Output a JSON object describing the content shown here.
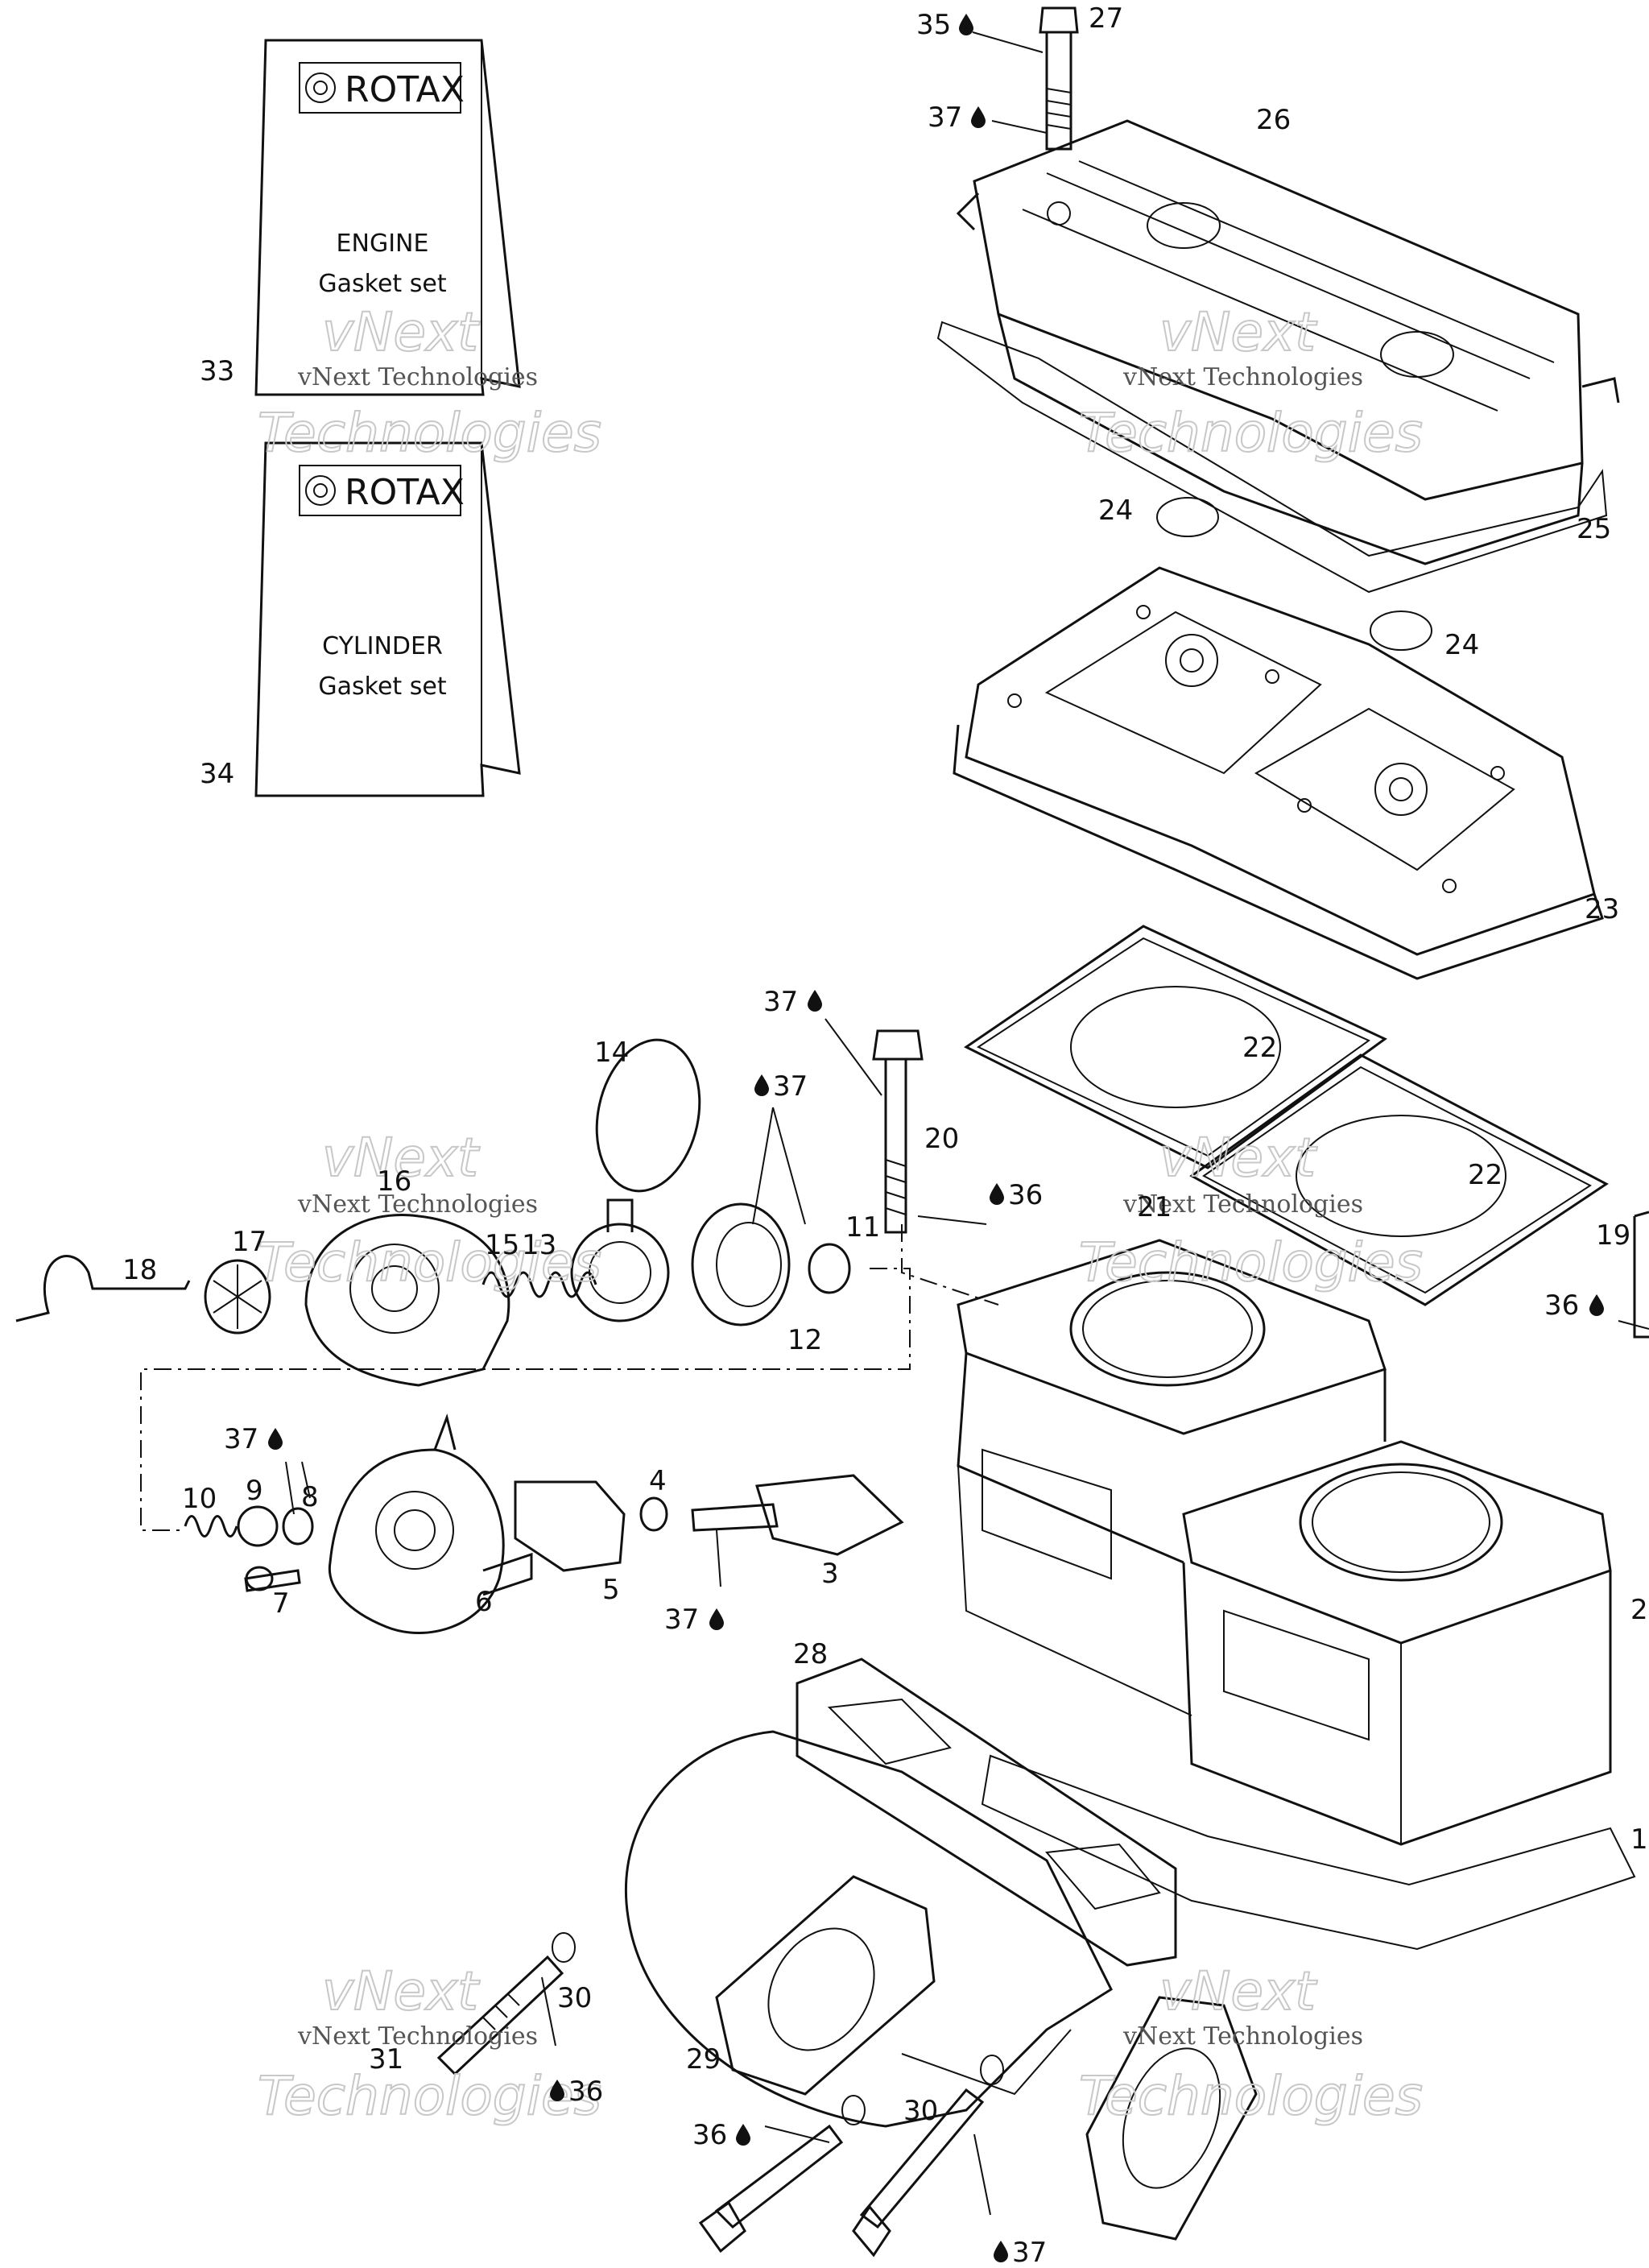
{
  "kits": [
    {
      "brand": "ROTAX",
      "line1": "ENGINE",
      "line2": "Gasket  set",
      "ref": "33"
    },
    {
      "brand": "ROTAX",
      "line1": "CYLINDER",
      "line2": "Gasket  set",
      "ref": "34"
    }
  ],
  "watermark": {
    "line1": "vNext Technologies",
    "line2": "vNext",
    "line3": "Technologies"
  },
  "callouts": [
    {
      "id": "27",
      "text": "27"
    },
    {
      "id": "35",
      "text": "35"
    },
    {
      "id": "37a",
      "text": "37"
    },
    {
      "id": "26",
      "text": "26"
    },
    {
      "id": "24a",
      "text": "24"
    },
    {
      "id": "25",
      "text": "25"
    },
    {
      "id": "24b",
      "text": "24"
    },
    {
      "id": "23",
      "text": "23"
    },
    {
      "id": "37b",
      "text": "37"
    },
    {
      "id": "22a",
      "text": "22"
    },
    {
      "id": "22b",
      "text": "22"
    },
    {
      "id": "20",
      "text": "20"
    },
    {
      "id": "36a",
      "text": "36"
    },
    {
      "id": "21",
      "text": "21"
    },
    {
      "id": "19",
      "text": "19"
    },
    {
      "id": "36b",
      "text": "36"
    },
    {
      "id": "14",
      "text": "14"
    },
    {
      "id": "37c",
      "text": "37"
    },
    {
      "id": "16",
      "text": "16"
    },
    {
      "id": "13",
      "text": "13"
    },
    {
      "id": "15",
      "text": "15"
    },
    {
      "id": "17",
      "text": "17"
    },
    {
      "id": "18",
      "text": "18"
    },
    {
      "id": "11",
      "text": "11"
    },
    {
      "id": "12",
      "text": "12"
    },
    {
      "id": "37d",
      "text": "37"
    },
    {
      "id": "10",
      "text": "10"
    },
    {
      "id": "9",
      "text": "9"
    },
    {
      "id": "8",
      "text": "8"
    },
    {
      "id": "4",
      "text": "4"
    },
    {
      "id": "7",
      "text": "7"
    },
    {
      "id": "6",
      "text": "6"
    },
    {
      "id": "5",
      "text": "5"
    },
    {
      "id": "3",
      "text": "3"
    },
    {
      "id": "37e",
      "text": "37"
    },
    {
      "id": "2",
      "text": "2"
    },
    {
      "id": "28",
      "text": "28"
    },
    {
      "id": "1",
      "text": "1"
    },
    {
      "id": "30a",
      "text": "30"
    },
    {
      "id": "31",
      "text": "31"
    },
    {
      "id": "36c",
      "text": "36"
    },
    {
      "id": "29",
      "text": "29"
    },
    {
      "id": "30b",
      "text": "30"
    },
    {
      "id": "36d",
      "text": "36"
    },
    {
      "id": "37f",
      "text": "37"
    }
  ]
}
